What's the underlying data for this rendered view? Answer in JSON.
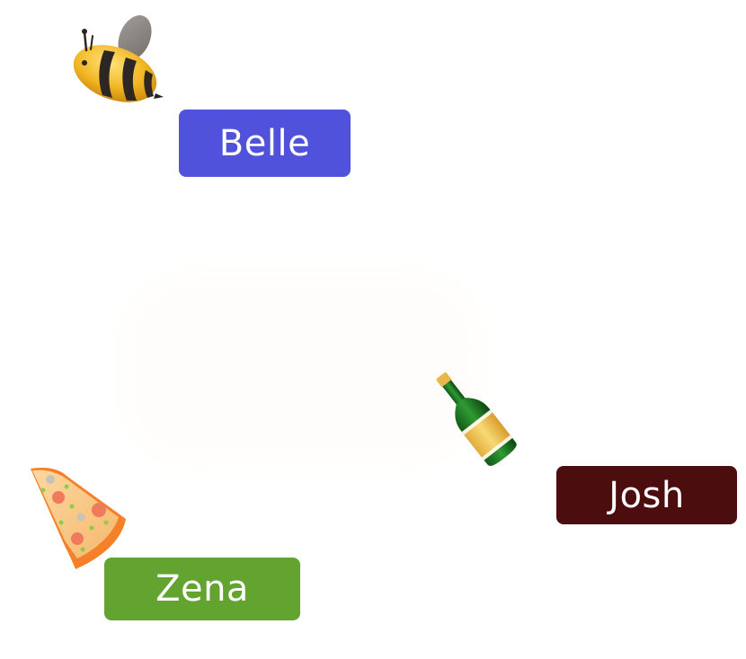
{
  "background_color": "#ffffff",
  "people": [
    {
      "name": "Belle",
      "color": "#5052dc",
      "sticker": "bee-icon"
    },
    {
      "name": "Josh",
      "color": "#4b0d0d",
      "sticker": "bottle-icon"
    },
    {
      "name": "Zena",
      "color": "#63a431",
      "sticker": "pizza-icon"
    }
  ]
}
